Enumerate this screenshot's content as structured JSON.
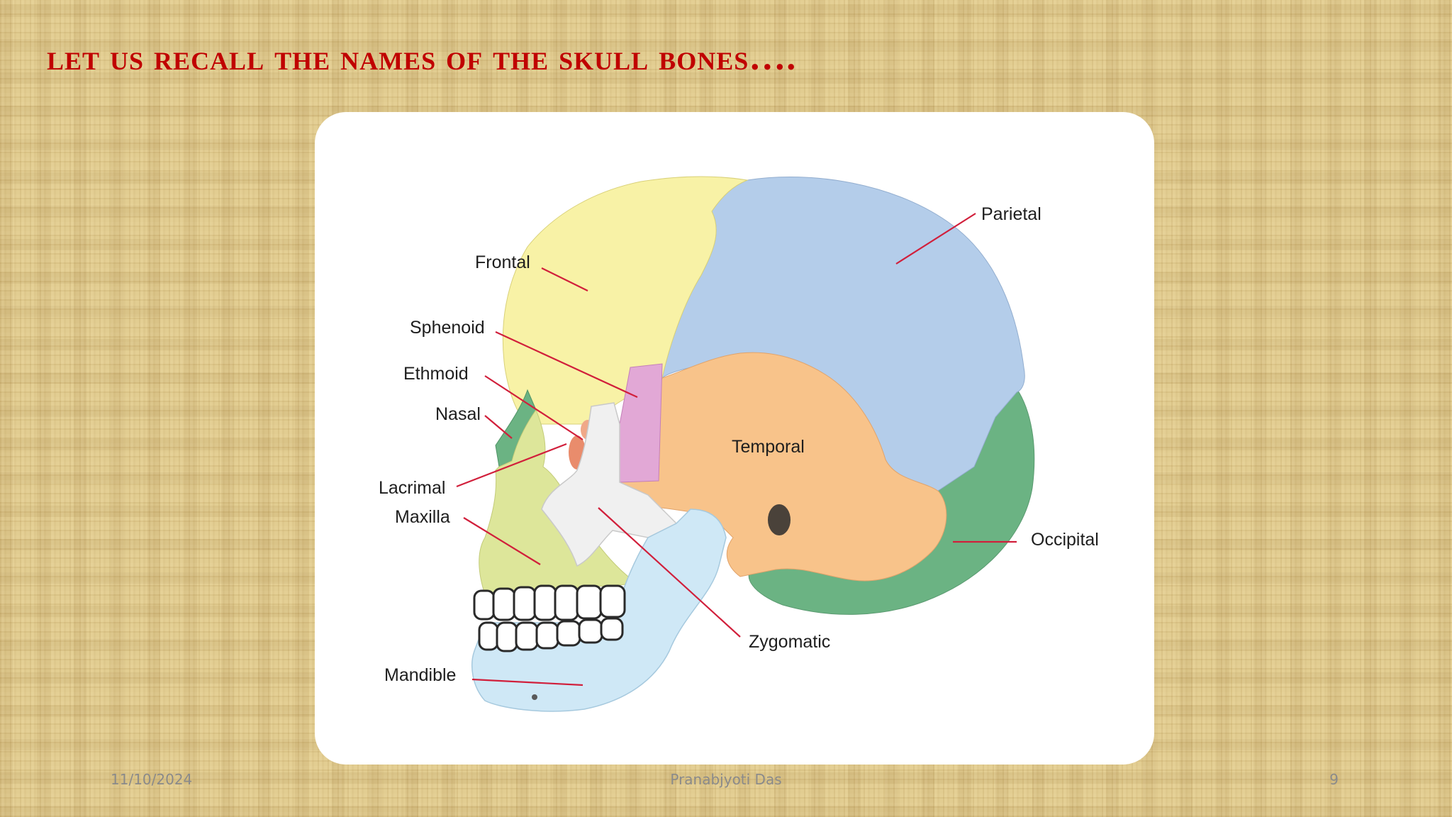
{
  "slide": {
    "title": "Let us recall the names of the Skull Bones….",
    "footer": {
      "date": "11/10/2024",
      "author": "Pranabjyoti Das",
      "page": "9"
    }
  },
  "diagram": {
    "labels": {
      "parietal": "Parietal",
      "frontal": "Frontal",
      "sphenoid": "Sphenoid",
      "ethmoid": "Ethmoid",
      "nasal": "Nasal",
      "temporal": "Temporal",
      "lacrimal": "Lacrimal",
      "maxilla": "Maxilla",
      "occipital": "Occipital",
      "zygomatic": "Zygomatic",
      "mandible": "Mandible"
    },
    "colors": {
      "parietal": "#b4cdea",
      "frontal": "#f8f2a6",
      "sphenoid": "#e2a8d6",
      "ethmoid": "#f0a888",
      "nasal": "#6bb383",
      "temporal": "#f8c38a",
      "lacrimal": "#e98c6c",
      "maxilla": "#dde69a",
      "occipital": "#6bb383",
      "zygomatic": "#f0f0f0",
      "mandible": "#cfe8f6",
      "leader_line": "#d11f3b",
      "title": "#c00000"
    }
  }
}
